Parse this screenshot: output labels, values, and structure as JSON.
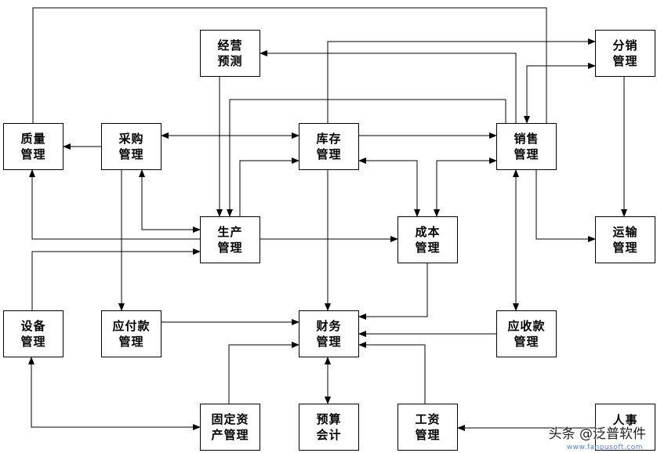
{
  "nodes": {
    "jingying": [
      "经营",
      "预测"
    ],
    "fenxiao": [
      "分销",
      "管理"
    ],
    "zhiliang": [
      "质量",
      "管理"
    ],
    "caigou": [
      "采购",
      "管理"
    ],
    "kucun": [
      "库存",
      "管理"
    ],
    "xiaoshou": [
      "销售",
      "管理"
    ],
    "shengchan": [
      "生产",
      "管理"
    ],
    "chengben": [
      "成本",
      "管理"
    ],
    "yunshu": [
      "运输",
      "管理"
    ],
    "shebei": [
      "设备",
      "管理"
    ],
    "yingfu": [
      "应付款",
      "管理"
    ],
    "caiwu": [
      "财务",
      "管理"
    ],
    "yingshou": [
      "应收款",
      "管理"
    ],
    "guding": [
      "固定资",
      "产管理"
    ],
    "yusuan": [
      "预算",
      "会计"
    ],
    "gongzi": [
      "工资",
      "管理"
    ],
    "renshi": [
      "人事",
      ""
    ]
  },
  "watermark": {
    "text": "头条 @泛普软件",
    "url": "www.fanpusoft.com"
  }
}
